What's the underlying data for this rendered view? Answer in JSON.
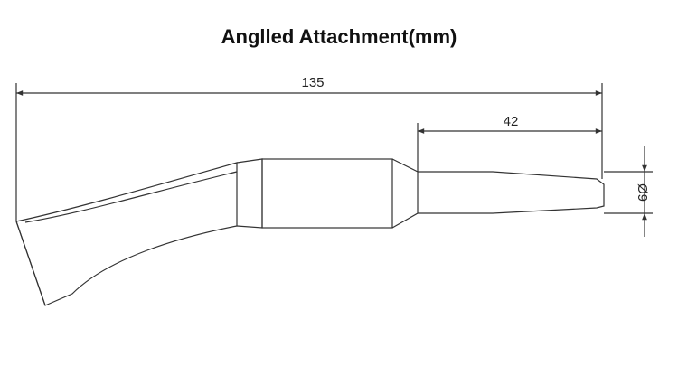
{
  "title": "Anglled Attachment(mm)",
  "dimensions": {
    "overall_length": "135",
    "shank_length": "42",
    "shank_diameter": "Ø9"
  },
  "colors": {
    "line": "#333333",
    "background": "#ffffff"
  }
}
